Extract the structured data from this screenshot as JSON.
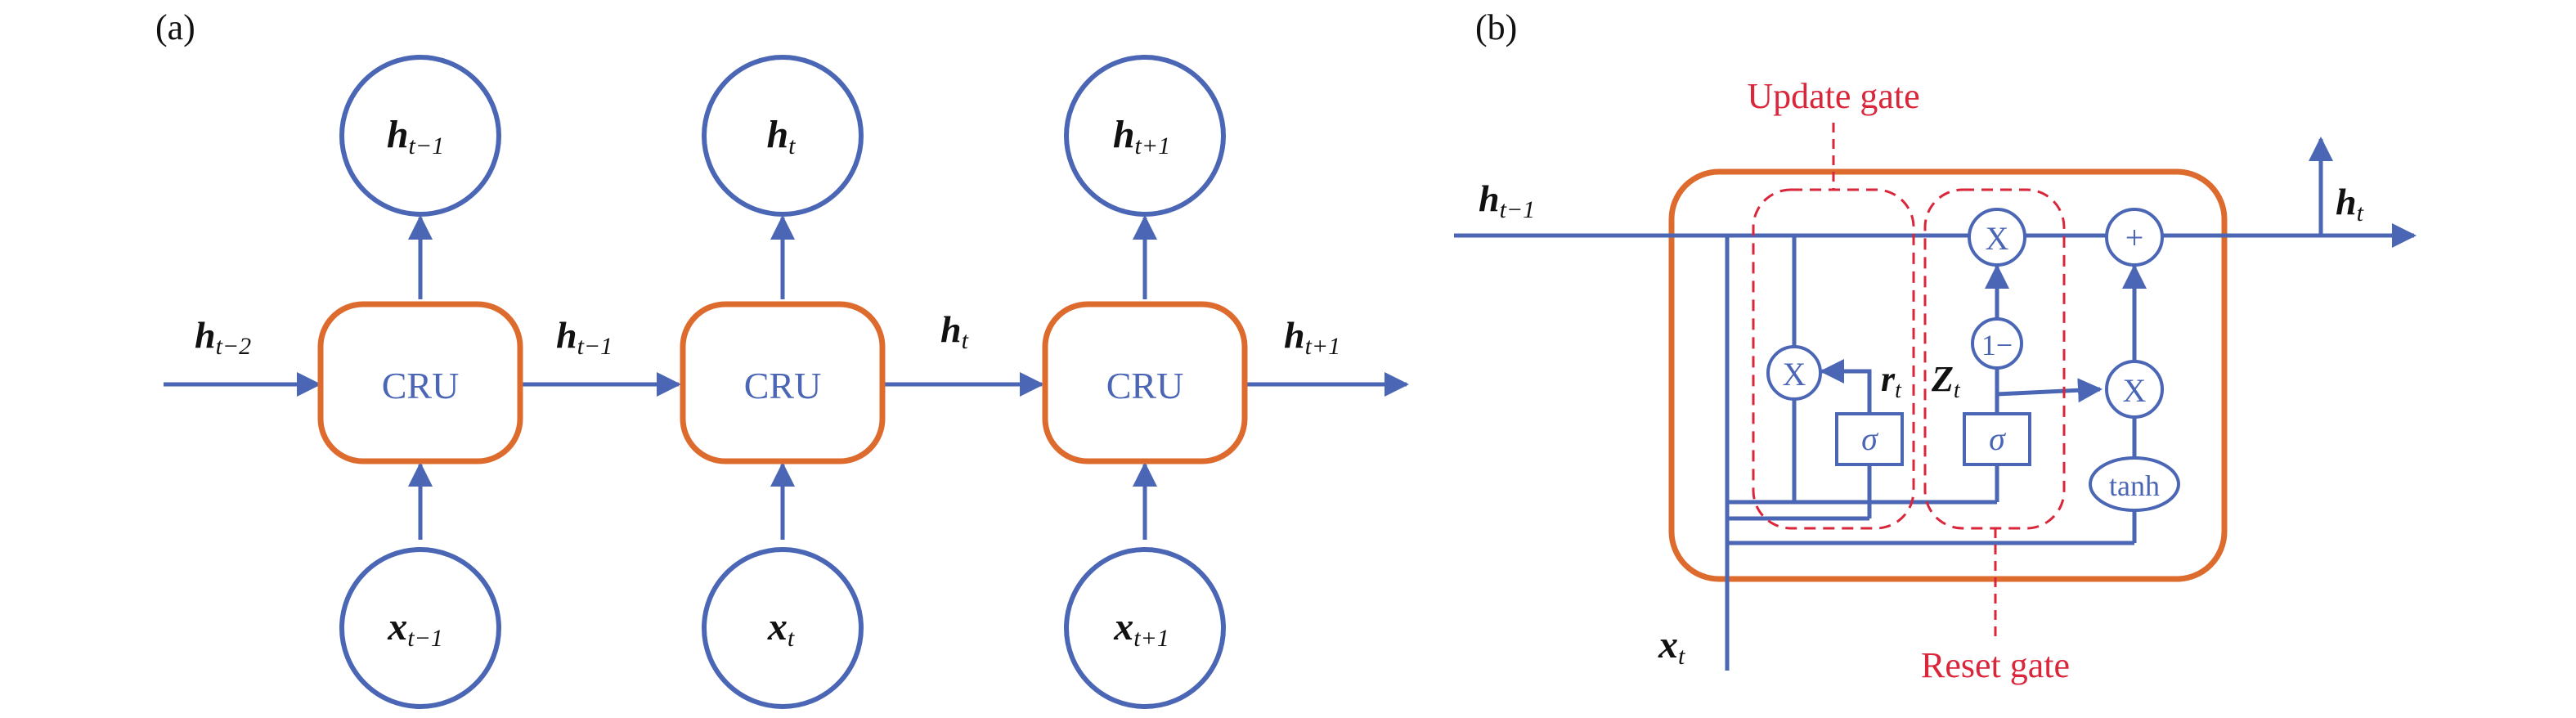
{
  "panel_a": {
    "label": "(a)",
    "cell_label": "CRU",
    "outputs": [
      {
        "base": "h",
        "sub": "t−1"
      },
      {
        "base": "h",
        "sub": "t"
      },
      {
        "base": "h",
        "sub": "t+1"
      }
    ],
    "inputs": [
      {
        "base": "x",
        "sub": "t−1"
      },
      {
        "base": "x",
        "sub": "t"
      },
      {
        "base": "x",
        "sub": "t+1"
      }
    ],
    "chain_labels": [
      {
        "base": "h",
        "sub": "t−2"
      },
      {
        "base": "h",
        "sub": "t−1"
      },
      {
        "base": "h",
        "sub": "t"
      },
      {
        "base": "h",
        "sub": "t+1"
      }
    ]
  },
  "panel_b": {
    "label": "(b)",
    "update_gate_label": "Update gate",
    "reset_gate_label": "Reset gate",
    "h_prev": {
      "base": "h",
      "sub": "t−1"
    },
    "h_out": {
      "base": "h",
      "sub": "t"
    },
    "x_in": {
      "base": "x",
      "sub": "t"
    },
    "r_label": {
      "base": "r",
      "sub": "t"
    },
    "z_label": {
      "base": "Z",
      "sub": "t"
    },
    "multiply_symbol": "X",
    "plus_symbol": "+",
    "one_minus_symbol": "1−",
    "sigma_symbol": "σ",
    "tanh_label": "tanh"
  },
  "colors": {
    "line_blue": "#4a66b5",
    "box_orange": "#dd6b2e",
    "gate_red": "#d9263a"
  }
}
